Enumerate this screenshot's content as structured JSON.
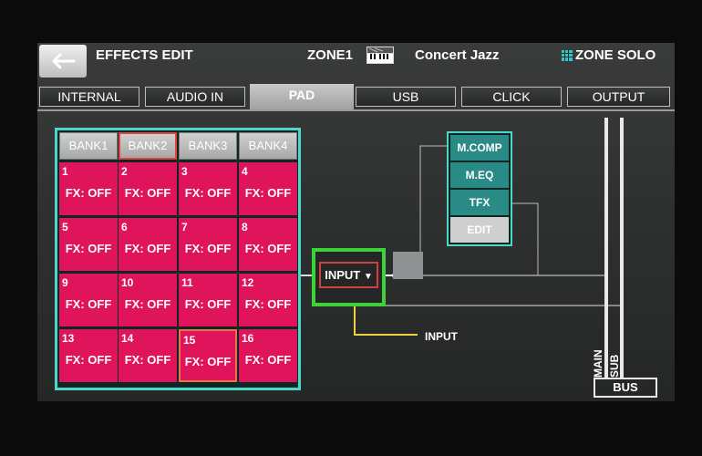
{
  "header": {
    "title": "EFFECTS EDIT",
    "zone": "ZONE1",
    "tone": "Concert Jazz",
    "zone_solo": "ZONE SOLO"
  },
  "tabs": [
    "INTERNAL",
    "AUDIO IN",
    "PAD",
    "USB",
    "CLICK",
    "OUTPUT"
  ],
  "active_tab": "PAD",
  "banks": [
    "BANK1",
    "BANK2",
    "BANK3",
    "BANK4"
  ],
  "active_bank": "BANK2",
  "pads": [
    {
      "num": "1",
      "fx": "FX: OFF"
    },
    {
      "num": "2",
      "fx": "FX: OFF"
    },
    {
      "num": "3",
      "fx": "FX: OFF"
    },
    {
      "num": "4",
      "fx": "FX: OFF"
    },
    {
      "num": "5",
      "fx": "FX: OFF"
    },
    {
      "num": "6",
      "fx": "FX: OFF"
    },
    {
      "num": "7",
      "fx": "FX: OFF"
    },
    {
      "num": "8",
      "fx": "FX: OFF"
    },
    {
      "num": "9",
      "fx": "FX: OFF"
    },
    {
      "num": "10",
      "fx": "FX: OFF"
    },
    {
      "num": "11",
      "fx": "FX: OFF"
    },
    {
      "num": "12",
      "fx": "FX: OFF"
    },
    {
      "num": "13",
      "fx": "FX: OFF"
    },
    {
      "num": "14",
      "fx": "FX: OFF"
    },
    {
      "num": "15",
      "fx": "FX: OFF"
    },
    {
      "num": "16",
      "fx": "FX: OFF"
    }
  ],
  "selected_pad": "15",
  "routing": {
    "input_selector": "INPUT",
    "input_label": "INPUT",
    "fx_chain": [
      "M.COMP",
      "M.EQ",
      "TFX",
      "EDIT"
    ],
    "main_label": "MAIN",
    "sub_label": "SUB",
    "bus_label": "BUS"
  },
  "colors": {
    "pad": "#e0145a",
    "panel_border": "#4cd8c8",
    "selection_highlight": "#3ed23a",
    "selected_outline": "#e8413a",
    "input_line": "#f0d040"
  }
}
